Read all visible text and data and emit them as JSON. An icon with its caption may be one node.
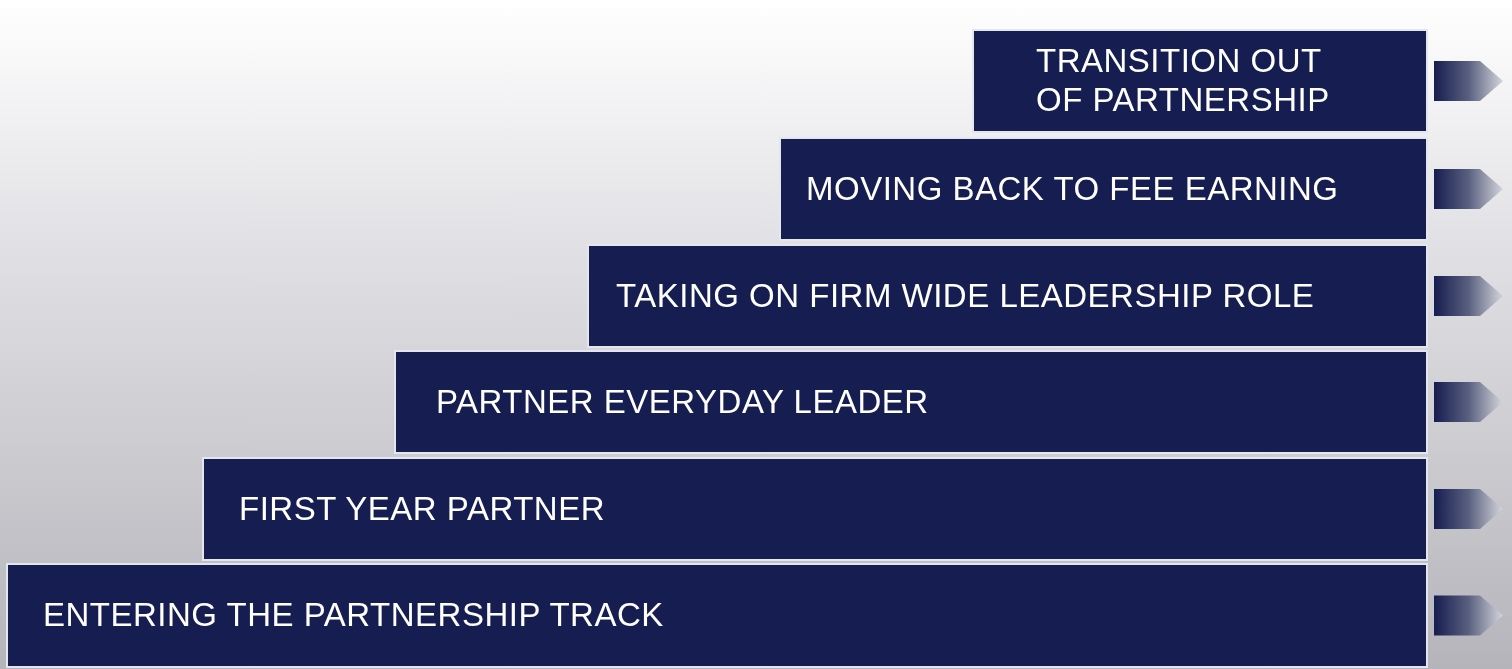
{
  "diagram": {
    "nodes": [
      {
        "text": [
          "TRANSITION OUT OF PARTNERSHIP"
        ]
      },
      {
        "text": [
          "MOVING BACK TO FEE EARNING"
        ]
      },
      {
        "text": [
          "TAKING ON FIRM WIDE LEADERSHIP ROLE"
        ]
      },
      {
        "text": [
          "PARTNER EVERYDAY LEADER"
        ]
      },
      {
        "text": [
          "FIRST YEAR PARTNER"
        ]
      },
      {
        "text": [
          "ENTERING THE PARTNERSHIP TRACK"
        ]
      }
    ]
  }
}
